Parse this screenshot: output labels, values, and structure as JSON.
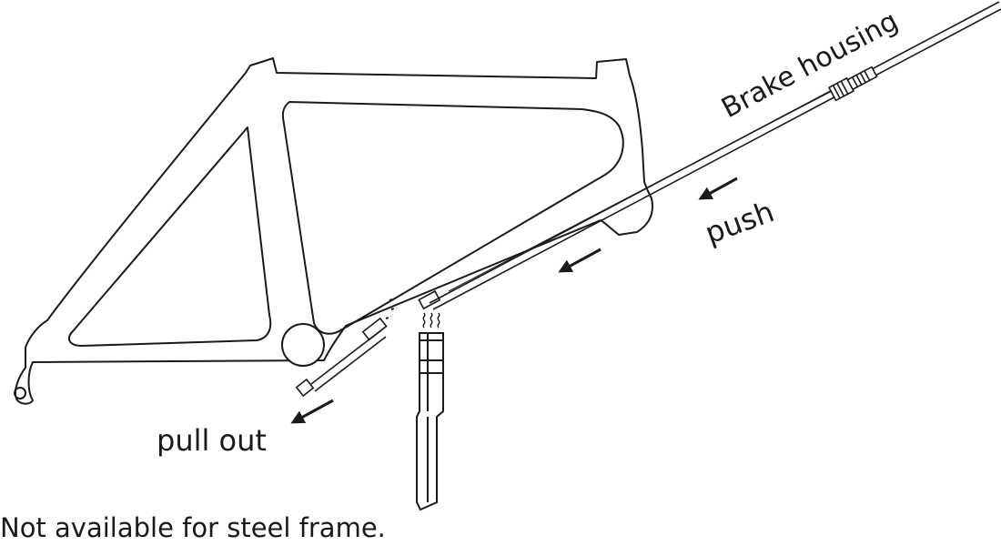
{
  "labels": {
    "brake_housing": "Brake housing",
    "push": "push",
    "pull_out": "pull out"
  },
  "footnote": "Not available for steel frame.",
  "colors": {
    "line": "#1a1a1a",
    "background": "#ffffff",
    "tool_fill": "#ffffff"
  },
  "icons": {
    "push_arrows": "arrow-left-down-icon",
    "pull_arrow": "arrow-left-down-icon",
    "heat_marks": "wavy-heat-icon"
  }
}
